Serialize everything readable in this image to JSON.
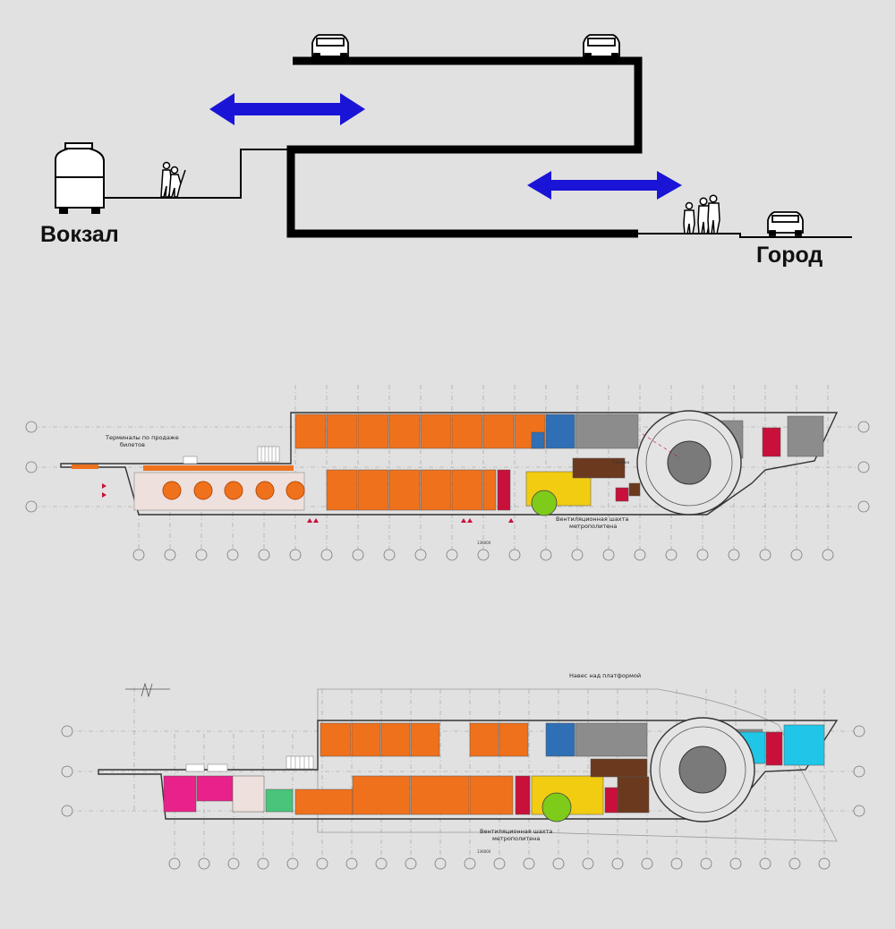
{
  "section": {
    "left_label": "Вокзал",
    "right_label": "Город"
  },
  "plan_upper": {
    "note_tickets": [
      "Терминалы по продаже",
      "билетов"
    ],
    "note_vent": [
      "Вентиляционная шахта",
      "метрополитена"
    ],
    "note_loading": "Загрузка",
    "total_dim": "136000"
  },
  "plan_lower": {
    "note_canopy": "Навес над платформой",
    "note_vent": [
      "Вентиляционная шахта",
      "метрополитена"
    ],
    "total_dim": "136000"
  },
  "colors": {
    "background": "#e1e1e1",
    "arrow": "#1a14d6",
    "orange": "#f0711c",
    "grey": "#8c8c8c",
    "blue": "#2f6fb5",
    "crimson": "#c8103a",
    "yellow": "#f2cc10",
    "green": "#7ecb1a",
    "brown": "#6b3a1e",
    "magenta": "#e8228a",
    "cyan": "#1fc6e8",
    "mint": "#49c47a"
  }
}
